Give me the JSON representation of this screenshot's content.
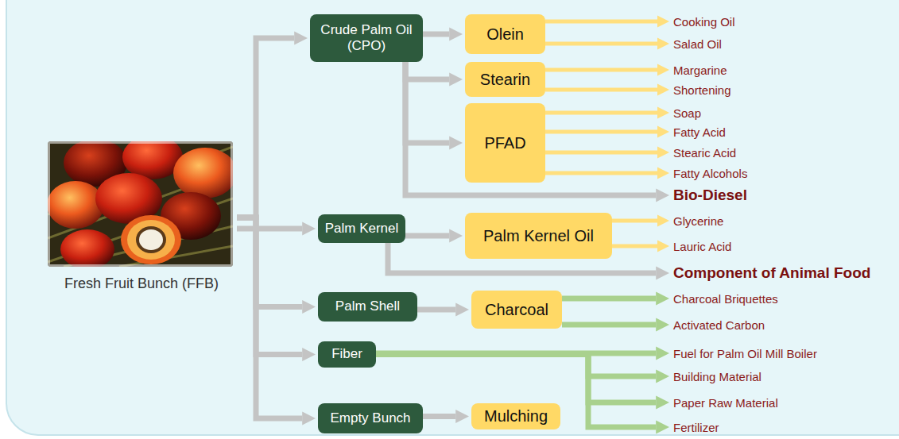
{
  "diagram": {
    "nodes": [
      {
        "text": [
          "Fresh Fruit Bunch (FFB)"
        ]
      },
      {
        "text": [
          "Crude Palm Oil (CPO)"
        ]
      },
      {
        "text": [
          "Olein"
        ]
      },
      {
        "text": [
          "Cooking Oil"
        ]
      },
      {
        "text": [
          "Salad Oil"
        ]
      },
      {
        "text": [
          "Stearin"
        ]
      },
      {
        "text": [
          "Margarine"
        ]
      },
      {
        "text": [
          "Shortening"
        ]
      },
      {
        "text": [
          "PFAD"
        ]
      },
      {
        "text": [
          "Soap"
        ]
      },
      {
        "text": [
          "Fatty Acid"
        ]
      },
      {
        "text": [
          "Stearic Acid"
        ]
      },
      {
        "text": [
          "Fatty Alcohols"
        ]
      },
      {
        "text": [
          "Bio-Diesel"
        ]
      },
      {
        "text": [
          "Palm Kernel"
        ]
      },
      {
        "text": [
          "Palm Kernel Oil"
        ]
      },
      {
        "text": [
          "Glycerine"
        ]
      },
      {
        "text": [
          "Lauric Acid"
        ]
      },
      {
        "text": [
          "Component of Animal Food"
        ]
      },
      {
        "text": [
          "Palm Shell"
        ]
      },
      {
        "text": [
          "Charcoal"
        ]
      },
      {
        "text": [
          "Charcoal Briquettes"
        ]
      },
      {
        "text": [
          "Activated Carbon"
        ]
      },
      {
        "text": [
          "Fiber"
        ]
      },
      {
        "text": [
          "Fuel for Palm Oil Mill Boiler"
        ]
      },
      {
        "text": [
          "Building Material"
        ]
      },
      {
        "text": [
          "Paper Raw Material"
        ]
      },
      {
        "text": [
          "Fertilizer"
        ]
      },
      {
        "text": [
          "Empty Bunch"
        ]
      },
      {
        "text": [
          "Mulching"
        ]
      }
    ],
    "edges": [
      {
        "from": 0,
        "to": 1,
        "arrow": "to"
      },
      {
        "from": 0,
        "to": 14,
        "arrow": "to"
      },
      {
        "from": 0,
        "to": 19,
        "arrow": "to"
      },
      {
        "from": 0,
        "to": 23,
        "arrow": "to"
      },
      {
        "from": 0,
        "to": 28,
        "arrow": "to"
      },
      {
        "from": 1,
        "to": 2,
        "arrow": "to"
      },
      {
        "from": 1,
        "to": 5,
        "arrow": "to"
      },
      {
        "from": 1,
        "to": 8,
        "arrow": "to"
      },
      {
        "from": 1,
        "to": 13,
        "arrow": "to"
      },
      {
        "from": 2,
        "to": 3,
        "arrow": "to"
      },
      {
        "from": 2,
        "to": 4,
        "arrow": "to"
      },
      {
        "from": 5,
        "to": 6,
        "arrow": "to"
      },
      {
        "from": 5,
        "to": 7,
        "arrow": "to"
      },
      {
        "from": 8,
        "to": 9,
        "arrow": "to"
      },
      {
        "from": 8,
        "to": 10,
        "arrow": "to"
      },
      {
        "from": 8,
        "to": 11,
        "arrow": "to"
      },
      {
        "from": 8,
        "to": 12,
        "arrow": "to"
      },
      {
        "from": 14,
        "to": 15,
        "arrow": "to"
      },
      {
        "from": 14,
        "to": 18,
        "arrow": "to"
      },
      {
        "from": 15,
        "to": 16,
        "arrow": "to"
      },
      {
        "from": 15,
        "to": 17,
        "arrow": "to"
      },
      {
        "from": 19,
        "to": 20,
        "arrow": "to"
      },
      {
        "from": 20,
        "to": 21,
        "arrow": "to"
      },
      {
        "from": 20,
        "to": 22,
        "arrow": "to"
      },
      {
        "from": 23,
        "to": 24,
        "arrow": "to"
      },
      {
        "from": 23,
        "to": 25,
        "arrow": "to"
      },
      {
        "from": 23,
        "to": 26,
        "arrow": "to"
      },
      {
        "from": 23,
        "to": 27,
        "arrow": "to"
      },
      {
        "from": 28,
        "to": 29,
        "arrow": "to"
      }
    ]
  }
}
